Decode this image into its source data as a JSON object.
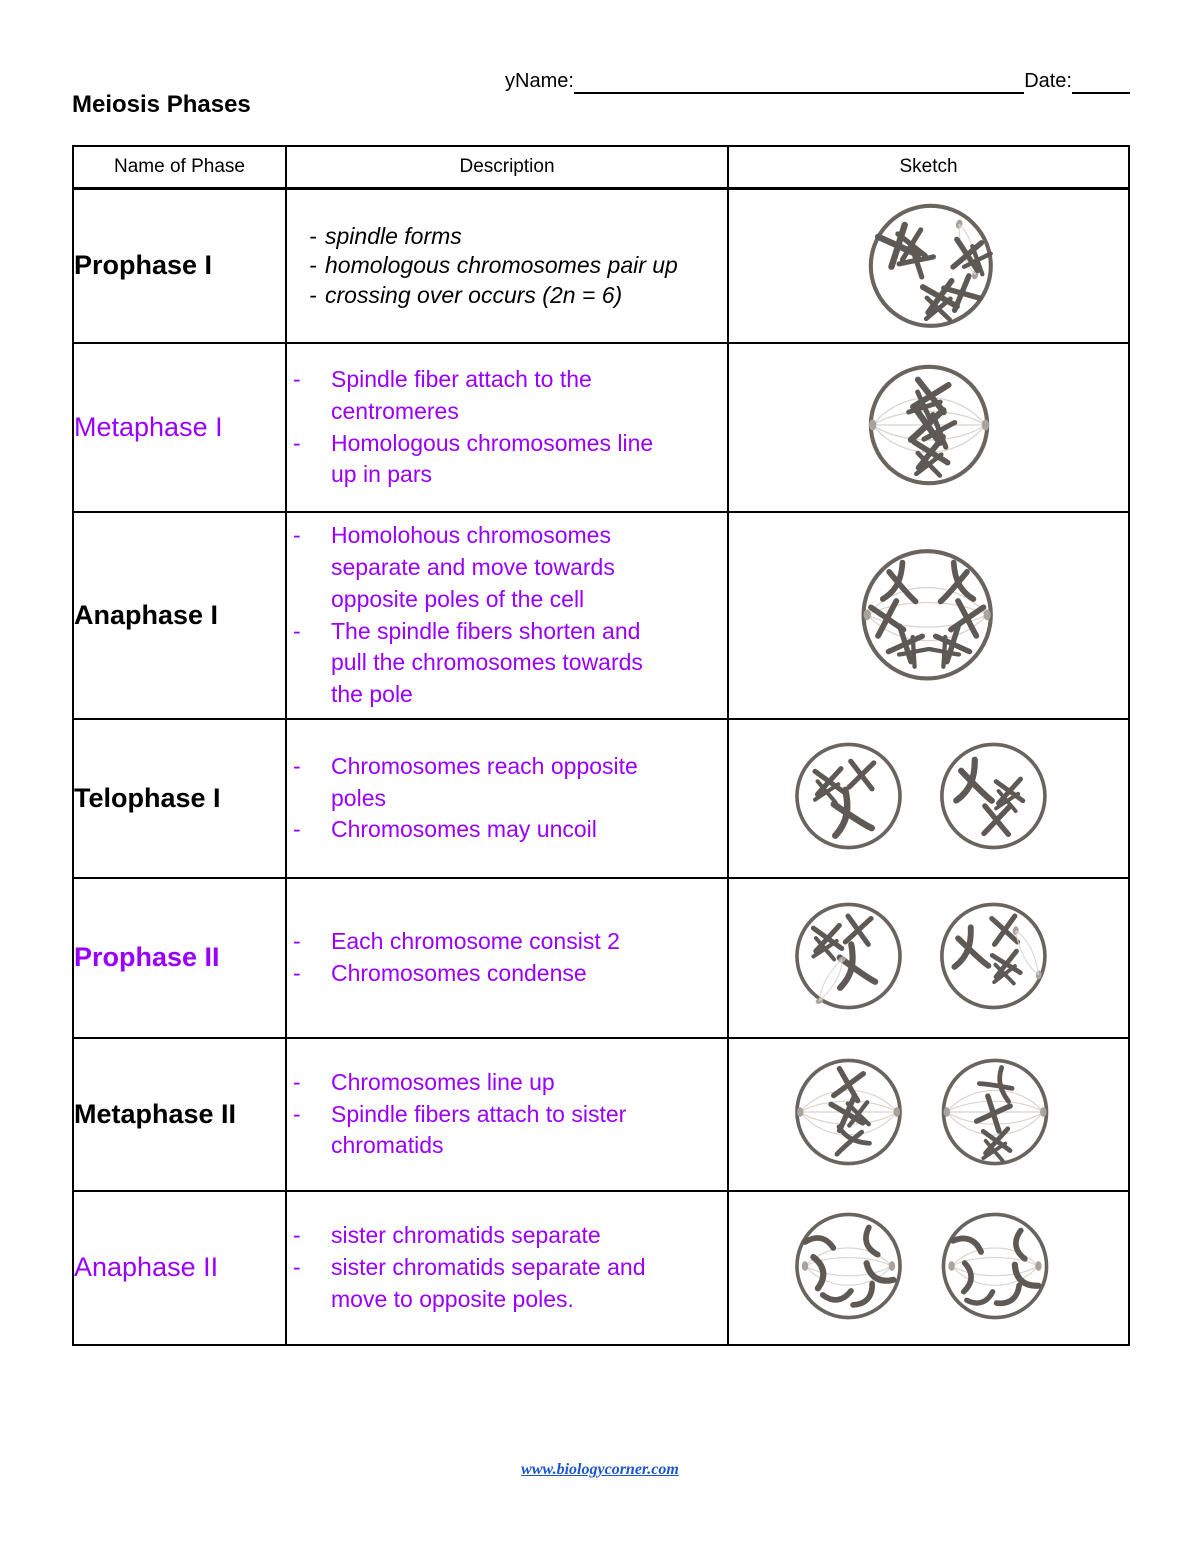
{
  "page": {
    "name_label": "yName:",
    "date_label": "Date:",
    "title": "Meiosis Phases",
    "footer_link": "www.biologycorner.com"
  },
  "colors": {
    "purple_text": "#9900ff",
    "link_blue": "#1a56cc",
    "sketch_gray": "#5e5954",
    "border_black": "#000000"
  },
  "table": {
    "bullet_char": "-",
    "headers": [
      "Name of Phase",
      "Description",
      "Sketch"
    ],
    "rows": [
      {
        "phase": "Prophase I",
        "bullets": [
          "spindle forms",
          "homologous chromosomes pair up",
          "crossing over occurs  (2n = 6)"
        ],
        "sketch": "prophase-i-single-cell-drawing"
      },
      {
        "phase": "Metaphase I",
        "bullets": [
          "Spindle fiber attach to the centromeres",
          "Homologous chromosomes line up in pars"
        ],
        "sketch": "metaphase-i-single-cell-spindle-drawing"
      },
      {
        "phase": "Anaphase I",
        "bullets": [
          "Homolohous chromosomes separate and move towards opposite poles of the cell",
          "The spindle fibers shorten and pull the chromosomes towards the pole"
        ],
        "sketch": "anaphase-i-single-cell-separating-drawing"
      },
      {
        "phase": "Telophase I",
        "bullets": [
          "Chromosomes reach opposite poles",
          "Chromosomes may uncoil"
        ],
        "sketch": "telophase-i-two-cells-drawing"
      },
      {
        "phase": "Prophase II",
        "bullets": [
          "Each chromosome consist 2",
          "Chromosomes condense"
        ],
        "sketch": "prophase-ii-two-cells-drawing"
      },
      {
        "phase": "Metaphase II",
        "bullets": [
          "Chromosomes line up",
          "Spindle fibers attach to sister chromatids"
        ],
        "sketch": "metaphase-ii-two-cells-spindle-drawing"
      },
      {
        "phase": "Anaphase II",
        "bullets": [
          "sister chromatids separate",
          "sister chromatids separate and move to opposite poles."
        ],
        "sketch": "anaphase-ii-two-cells-chromatids-drawing"
      }
    ]
  }
}
